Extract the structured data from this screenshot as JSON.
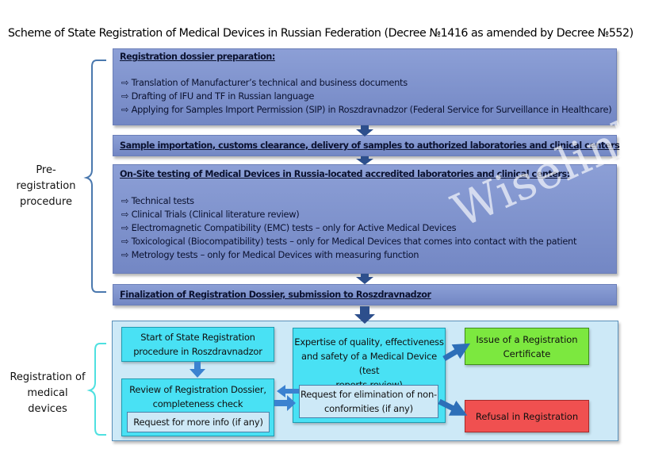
{
  "title": "Scheme of State Registration of Medical Devices in Russian Federation (Decree №1416 as amended by Decree №552)",
  "arrow_glyph": "⇨",
  "pre_registration": {
    "label_line1": "Pre-registration",
    "label_line2": "procedure",
    "boxes": [
      {
        "heading": "Registration dossier preparation:",
        "items": [
          "Translation of Manufacturer’s technical and business documents",
          "Drafting of IFU and TF in Russian language",
          "Applying for Samples Import Permission (SIP) in Roszdravnadzor (Federal Service for Surveillance in Healthcare)"
        ]
      },
      {
        "heading": "Sample importation, customs clearance, delivery of samples to authorized laboratories and clinical centers"
      },
      {
        "heading": "On-Site testing of Medical Devices in Russia-located accredited laboratories and clinical centers:",
        "items": [
          "Technical tests",
          "Clinical Trials (Clinical literature review)",
          "Electromagnetic Compatibility (EMC) tests – only for Active Medical Devices",
          "Toxicological (Biocompatibility) tests – only for Medical Devices that comes into contact with the patient",
          "Metrology tests – only for Medical Devices with measuring function"
        ]
      },
      {
        "heading": "Finalization of Registration Dossier, submission to Roszdravnadzor"
      }
    ]
  },
  "registration": {
    "label_line1": "Registration of",
    "label_line2": "medical devices",
    "start_line1": "Start of State Registration",
    "start_line2": "procedure in Roszdravnadzor",
    "review_line1": "Review of Registration Dossier,",
    "review_line2": "completeness check",
    "more_info": "Request for more info (if any)",
    "expertise_line1": "Expertise of quality, effectiveness",
    "expertise_line2": "and safety of a Medical Device (test",
    "expertise_line3": "reports review)",
    "elimination_line1": "Request for elimination of non-",
    "elimination_line2": "conformities (if any)",
    "issue_line1": "Issue of a Registration",
    "issue_line2": "Certificate",
    "refusal": "Refusal in Registration"
  },
  "watermark": "Wiselink",
  "colors": {
    "stage_box": "#7f93cd",
    "cyan_box": "#49e1f4",
    "pale_box": "#cde9f7",
    "green_box": "#7ce83f",
    "red_box": "#f05050",
    "arrow": "#2d4f8c"
  }
}
